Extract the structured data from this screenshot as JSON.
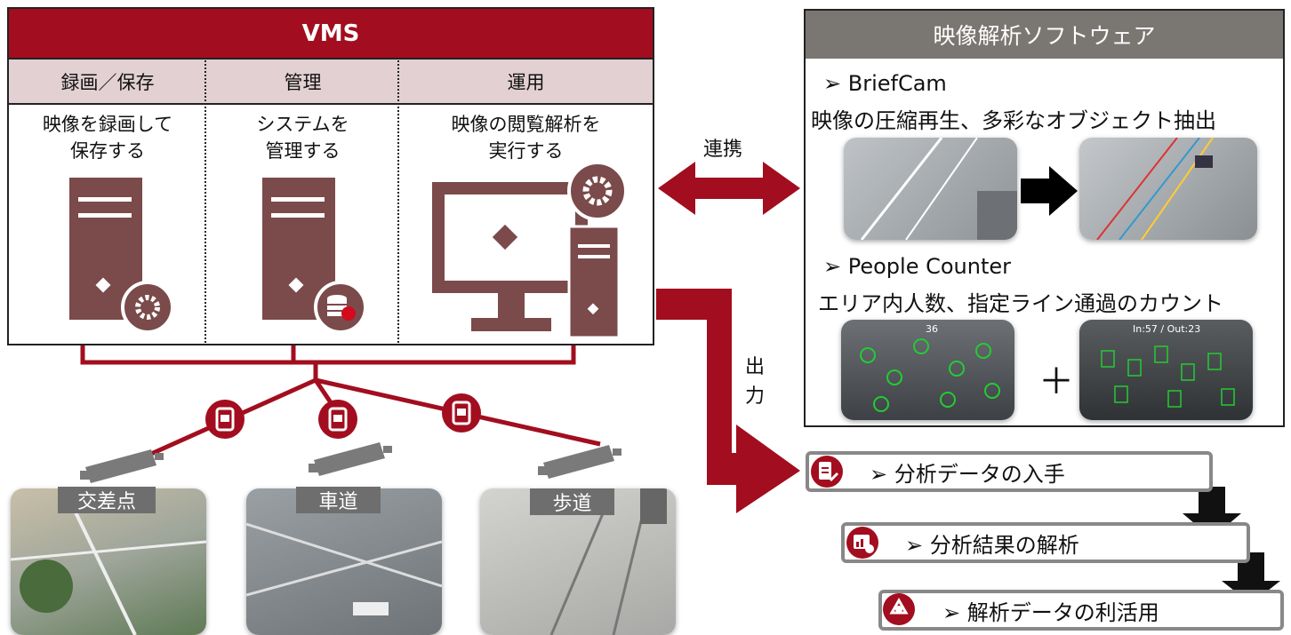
{
  "vms": {
    "title": "VMS",
    "columns": [
      {
        "label": "録画／保存",
        "desc_line1": "映像を録画して",
        "desc_line2": "保存する"
      },
      {
        "label": "管理",
        "desc_line1": "システムを",
        "desc_line2": "管理する"
      },
      {
        "label": "運用",
        "desc_line1": "映像の閲覧解析を",
        "desc_line2": "実行する"
      }
    ]
  },
  "link_label": "連携",
  "output_label_1": "出",
  "output_label_2": "力",
  "analysis": {
    "title": "映像解析ソフトウェア",
    "briefcam_name": "➢  BriefCam",
    "briefcam_desc": "映像の圧縮再生、多彩なオブジェクト抽出",
    "people_name": "➢  People Counter",
    "people_desc": "エリア内人数、指定ライン通過のカウント",
    "plus": "＋",
    "counter_overlay": "In:57 / Out:23",
    "left_count": "36"
  },
  "cameras": [
    {
      "label": "交差点"
    },
    {
      "label": "車道"
    },
    {
      "label": "歩道"
    }
  ],
  "steps": [
    {
      "label": "➢  分析データの入手"
    },
    {
      "label": "➢  分析結果の解析"
    },
    {
      "label": "➢  解析データの利活用"
    }
  ],
  "colors": {
    "accent": "#a20e1f",
    "server": "#7b4a4a",
    "header_gray": "#7a7672",
    "sub_pink": "#e2d0d3"
  }
}
